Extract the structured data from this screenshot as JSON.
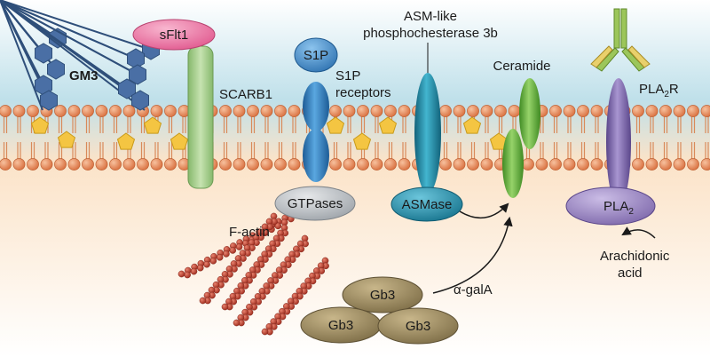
{
  "labels": {
    "gm3": "GM3",
    "sflt1": "sFlt1",
    "scarb1": "SCARB1",
    "s1p": "S1P",
    "s1p_receptors_line1": "S1P",
    "s1p_receptors_line2": "receptors",
    "gtpases": "GTPases",
    "factin": "F-actin",
    "asm_like_line1": "ASM-like",
    "asm_like_line2": "phosphochesterase 3b",
    "asmase": "ASMase",
    "ceramide": "Ceramide",
    "pla2r_main": "PLA",
    "pla2r_sub": "2",
    "pla2r_suffix": "R",
    "pla2_main": "PLA",
    "pla2_sub": "2",
    "arachidonic_line1": "Arachidonic",
    "arachidonic_line2": "acid",
    "alpha_gala": "α-galA",
    "gb3_top": "Gb3",
    "gb3_left": "Gb3",
    "gb3_right": "Gb3"
  },
  "colors": {
    "extracellular_top": "#bfe0ea",
    "intracellular": "#fdebd0",
    "lipid_head": "#e8956a",
    "lipid_tail": "#d98a5a",
    "cholesterol": "#f4c542",
    "gm3": "#4a6fa5",
    "sflt1": "#f07aa8",
    "scarb1": "#a8cf8e",
    "s1p_receptor": "#2f7fc0",
    "gtpases": "#b8bcc2",
    "factin": "#c0392b",
    "asm": "#1f8aa8",
    "ceramide": "#6db33f",
    "pla2r": "#7e6aa8",
    "antibody": "#9cc65a",
    "gb3": "#8e7a52"
  }
}
